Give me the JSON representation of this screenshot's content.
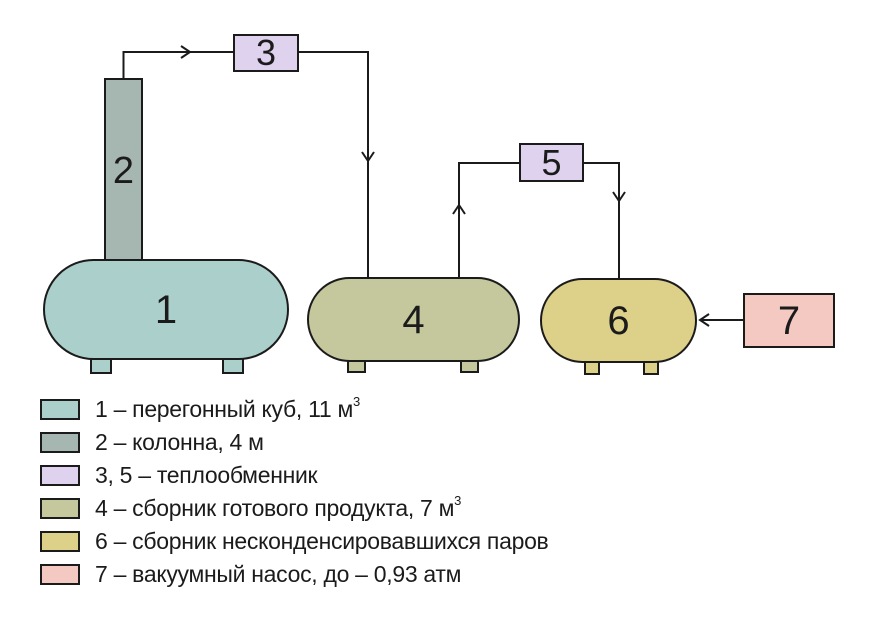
{
  "diagram": {
    "shapes": {
      "vessel1": {
        "label": "1",
        "color": "#abcfcb"
      },
      "column2": {
        "label": "2",
        "color": "#a6b6b0"
      },
      "box3": {
        "label": "3",
        "color": "#ded2ee"
      },
      "vessel4": {
        "label": "4",
        "color": "#c5c89c"
      },
      "box5": {
        "label": "5",
        "color": "#ded2ee"
      },
      "vessel6": {
        "label": "6",
        "color": "#ddd089"
      },
      "box7": {
        "label": "7",
        "color": "#f4c9c2"
      }
    },
    "line_color": "#1b1b1b",
    "flow": [
      "2 -> 3",
      "3 -> 4",
      "4 -> 5",
      "5 -> 6",
      "7 -> 6"
    ]
  },
  "legend": {
    "items": [
      {
        "swatch_color": "#abcfcb",
        "label": "1 – перегонный куб, 11 м",
        "sup": "3"
      },
      {
        "swatch_color": "#a6b6b0",
        "label": "2 – колонна, 4 м",
        "sup": ""
      },
      {
        "swatch_color": "#ded2ee",
        "label": "3, 5 – теплообменник",
        "sup": ""
      },
      {
        "swatch_color": "#c5c89c",
        "label": "4 – сборник готового продукта, 7 м",
        "sup": "3"
      },
      {
        "swatch_color": "#ddd089",
        "label": "6 – сборник несконденсировавшихся паров",
        "sup": ""
      },
      {
        "swatch_color": "#f4c9c2",
        "label": "7 – вакуумный насос, до – 0,93 атм",
        "sup": ""
      }
    ]
  }
}
